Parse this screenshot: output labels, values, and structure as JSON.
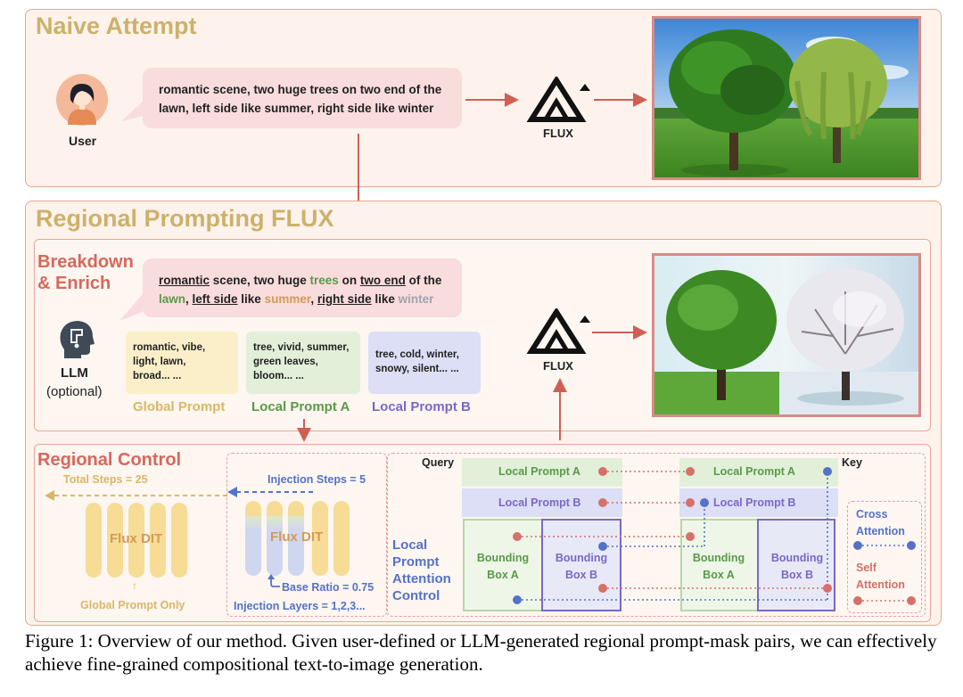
{
  "naive": {
    "title": "Naive Attempt",
    "user_label": "User",
    "prompt_line1": "romantic scene, two huge trees on two end of the",
    "prompt_line2": "lawn, left side like summer, right side like winter",
    "flux_label": "FLUX"
  },
  "regional": {
    "title": "Regional Prompting FLUX",
    "breakdown_title_1": "Breakdown",
    "breakdown_title_2": "& Enrich",
    "llm_label": "LLM",
    "llm_optional": "(optional)",
    "enriched": {
      "w1": "romantic",
      "w2": " scene, two huge ",
      "w3": "trees",
      "w4": " on ",
      "w5": "two end",
      "w6": " of the",
      "w7": "lawn",
      "w8": ", ",
      "w9": "left side",
      "w10": " like ",
      "w11": "summer",
      "w12": ", ",
      "w13": "right side",
      "w14": " like ",
      "w15": "winter"
    },
    "global_prompt": {
      "line1": "romantic, vibe,",
      "line2": "light, lawn,",
      "line3": "broad... ...",
      "label": "Global Prompt"
    },
    "local_a": {
      "line1": "tree, vivid, summer,",
      "line2": "green leaves,",
      "line3": "bloom... ...",
      "label": "Local Prompt A"
    },
    "local_b": {
      "line1": "tree, cold, winter,",
      "line2": "snowy, silent... ...",
      "label": "Local Prompt B"
    },
    "flux_label": "FLUX"
  },
  "control": {
    "title": "Regional Control",
    "total_steps": "Total Steps = 25",
    "injection_steps": "Injection Steps = 5",
    "flux_dit": "Flux DIT",
    "flux_dit_2": "Flux DIT",
    "global_only": "Global Prompt Only",
    "base_ratio": "Base Ratio = 0.75",
    "injection_layers": "Injection Layers = 1,2,3...",
    "lpac": [
      "Local",
      "Prompt",
      "Attention",
      "Control"
    ],
    "query": "Query",
    "key": "Key",
    "q_local_a": "Local Prompt A",
    "q_local_b": "Local Prompt B",
    "k_local_a": "Local Prompt A",
    "k_local_b": "Local Prompt B",
    "bbox_a_1": "Bounding",
    "bbox_a_2": "Box A",
    "bbox_b_1": "Bounding",
    "bbox_b_2": "Box B",
    "kbox_a_1": "Bounding",
    "kbox_a_2": "Box A",
    "kbox_b_1": "Bounding",
    "kbox_b_2": "Box B",
    "legend_cross_1": "Cross",
    "legend_cross_2": "Attention",
    "legend_self_1": "Self",
    "legend_self_2": "Attention"
  },
  "caption": "Figure 1: Overview of our method. Given user-defined or LLM-generated regional prompt-mask pairs, we can effectively achieve fine-grained compositional text-to-image generation.",
  "colors": {
    "gold": "#cdb16b",
    "red": "#d7675c",
    "green": "#5a9a4a",
    "purple": "#7a68c8",
    "blue": "#5572c8",
    "orange": "#d39a5a"
  }
}
